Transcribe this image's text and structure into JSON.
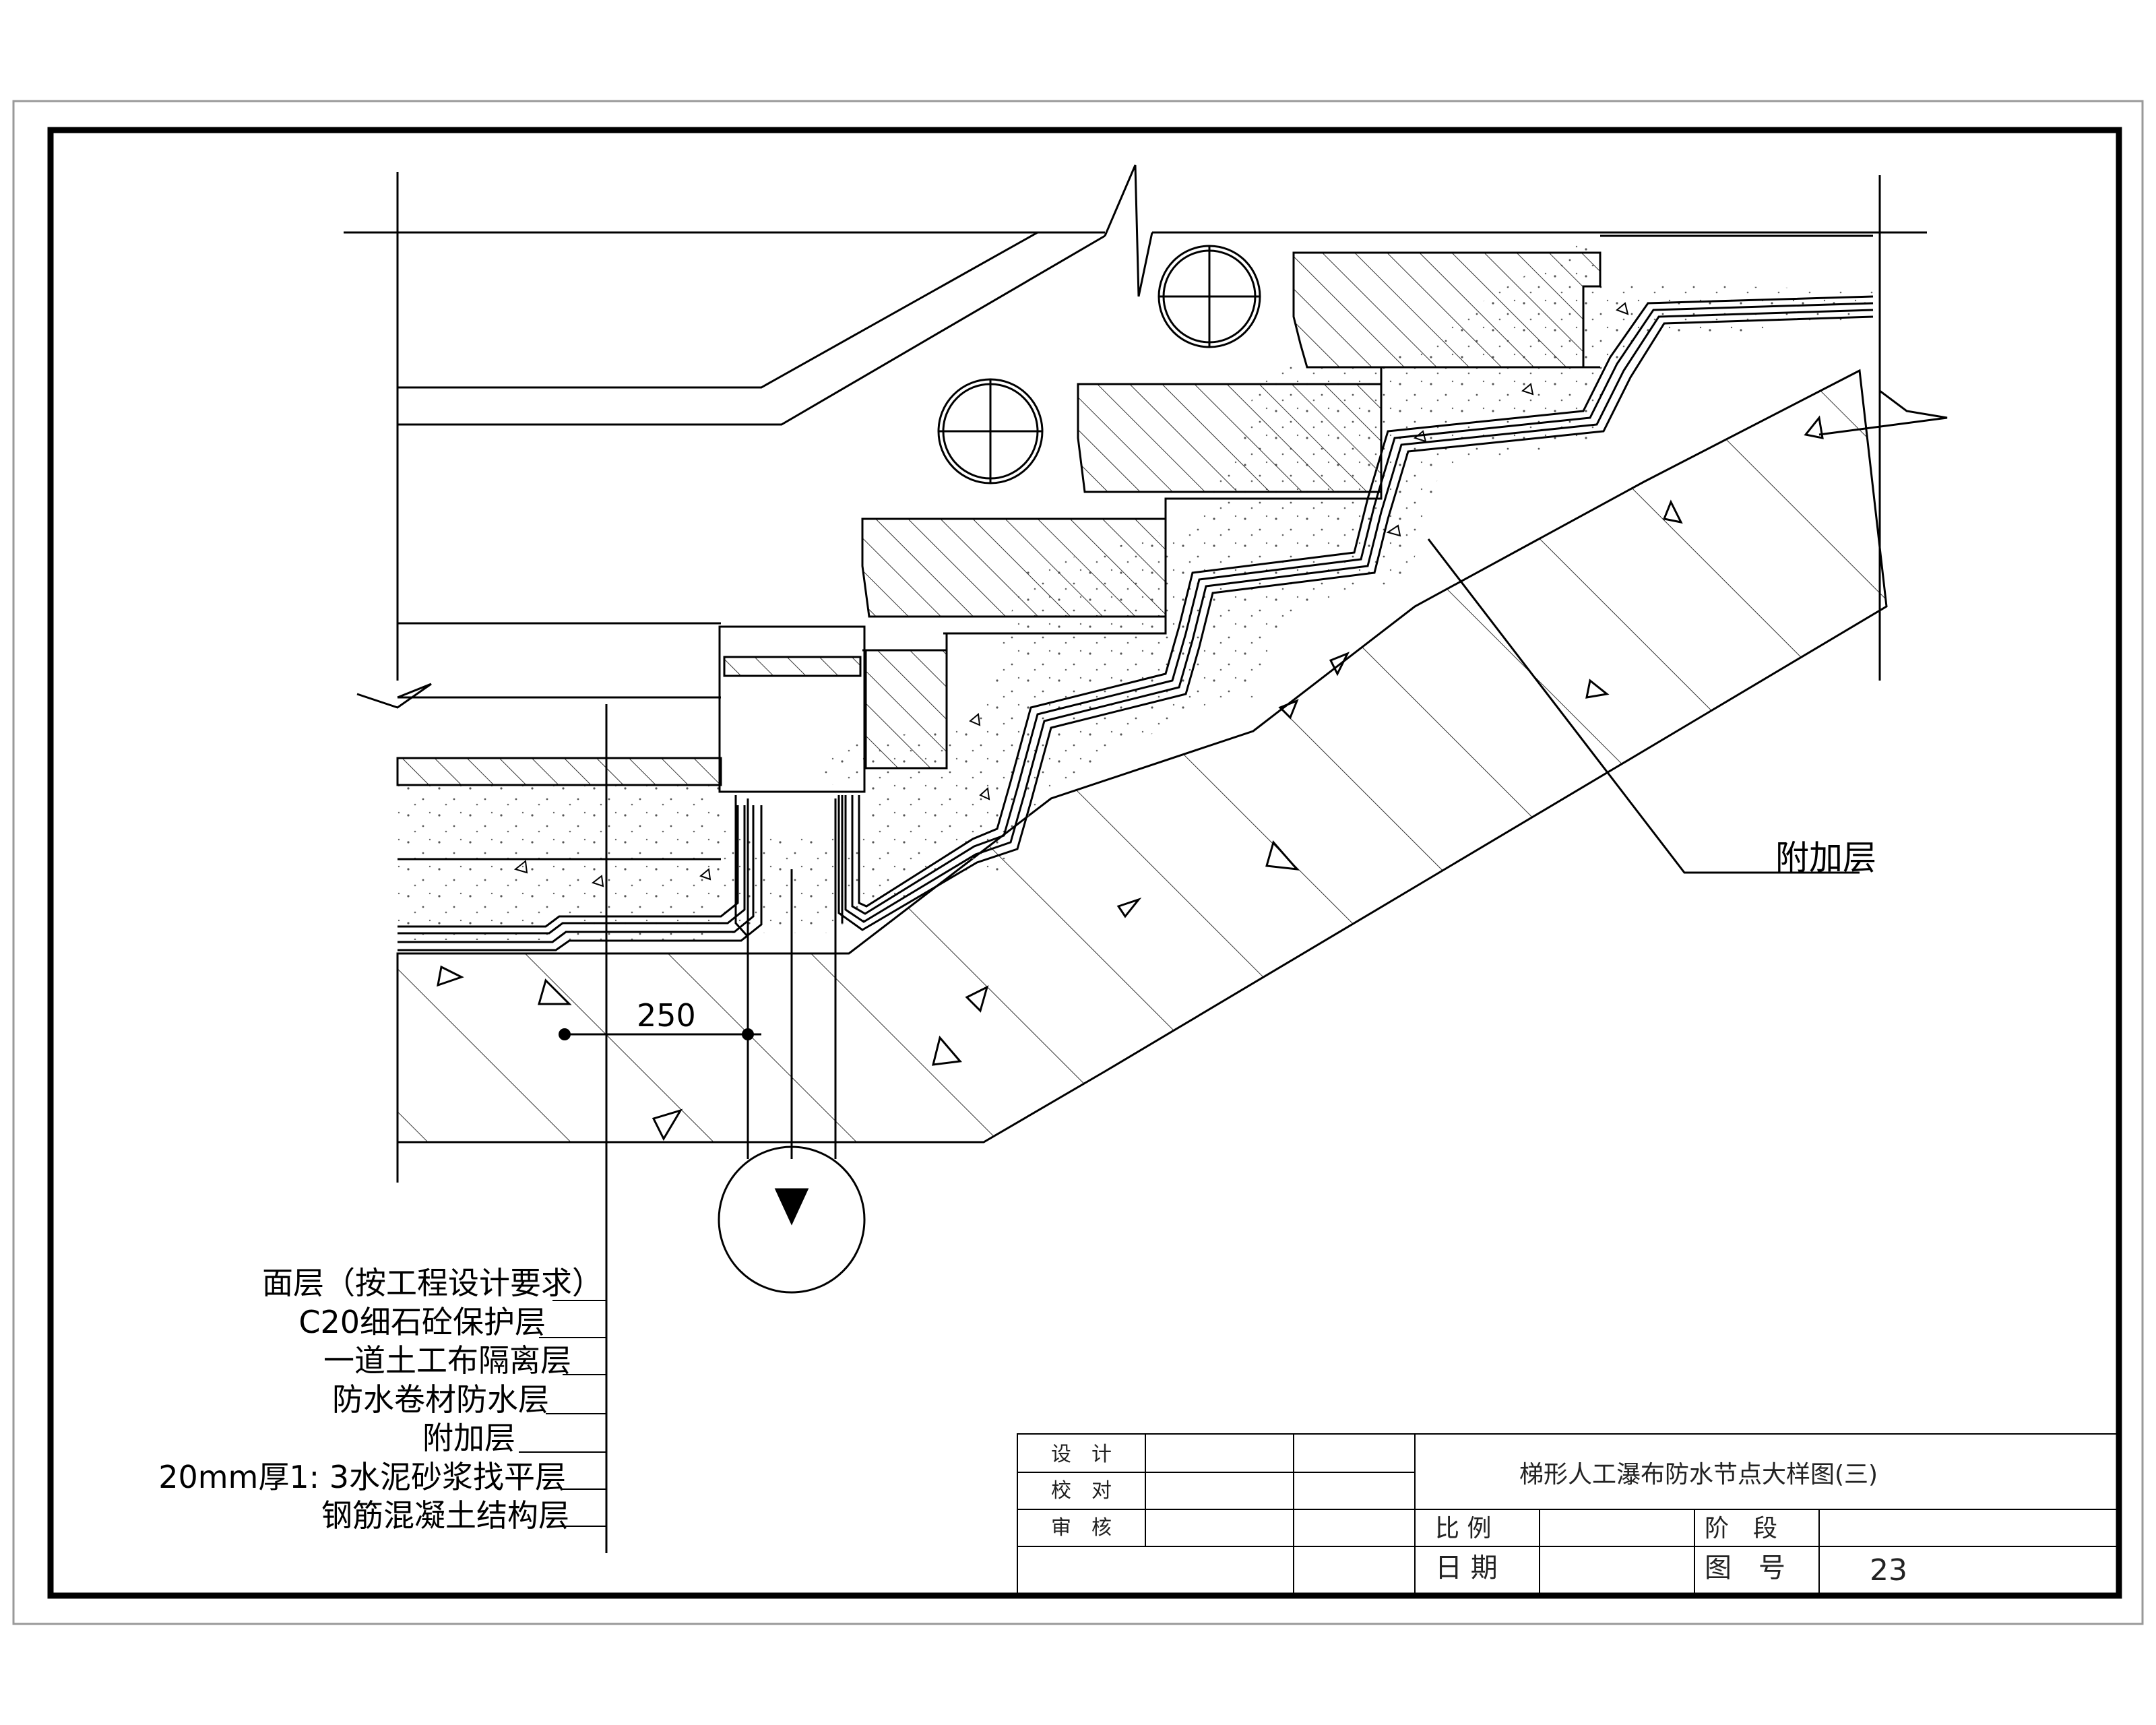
{
  "drawing": {
    "callout_label": "附加层",
    "dimension_250": "250",
    "layer_labels": [
      "面层（按工程设计要求）",
      "C20细石砼保护层",
      "一道土工布隔离层",
      "防水卷材防水层",
      "附加层",
      "20mm厚1: 3水泥砂浆找平层",
      "钢筋混凝土结构层"
    ]
  },
  "title_block": {
    "design_label": "设　计",
    "check_label": "校　对",
    "review_label": "审　核",
    "title": "梯形人工瀑布防水节点大样图(三)",
    "scale_label": "比 例",
    "stage_label": "阶　段",
    "date_label": "日 期",
    "drawing_no_label": "图　号",
    "drawing_no": "23"
  }
}
